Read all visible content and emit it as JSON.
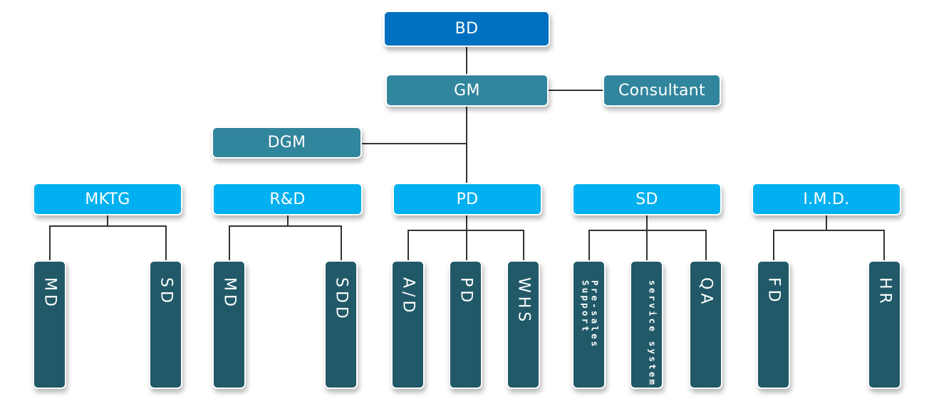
{
  "colors": {
    "board": "#0070C0",
    "management": "#31859C",
    "department": "#00B0F0",
    "unit": "#215968",
    "connector": "#333333"
  },
  "top": {
    "label": "BD"
  },
  "gm": {
    "label": "GM"
  },
  "consultant": {
    "label": "Consultant"
  },
  "dgm": {
    "label": "DGM"
  },
  "departments": [
    {
      "label": "MKTG",
      "units": [
        {
          "label": "MD"
        },
        {
          "label": "SD"
        }
      ]
    },
    {
      "label": "R&D",
      "units": [
        {
          "label": "MD"
        },
        {
          "label": "SDD"
        }
      ]
    },
    {
      "label": "PD",
      "units": [
        {
          "label": "A/D"
        },
        {
          "label": "PD"
        },
        {
          "label": "WHS"
        }
      ]
    },
    {
      "label": "SD",
      "units": [
        {
          "label": "Pre-sales Support"
        },
        {
          "label": "service system"
        },
        {
          "label": "QA"
        }
      ]
    },
    {
      "label": "I.M.D.",
      "units": [
        {
          "label": "FD"
        },
        {
          "label": "HR"
        }
      ]
    }
  ]
}
